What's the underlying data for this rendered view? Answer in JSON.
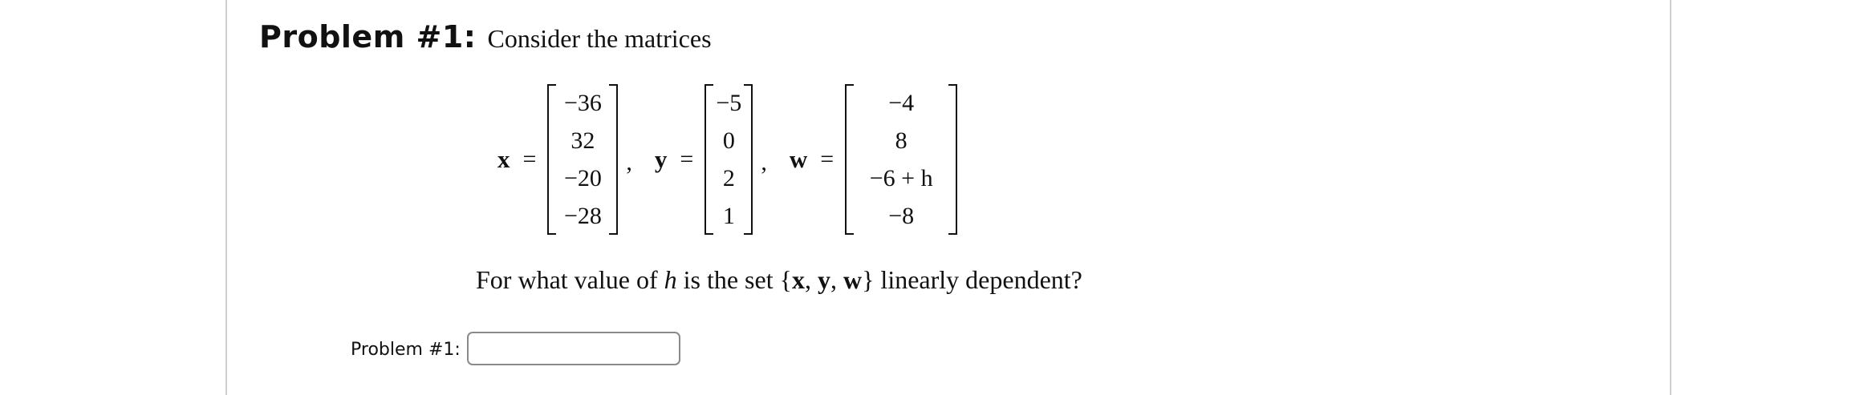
{
  "problem": {
    "label": "Problem #1:",
    "intro": "Consider the matrices"
  },
  "matrices": {
    "x": {
      "name": "x",
      "entries": [
        "−36",
        "32",
        "−20",
        "−28"
      ]
    },
    "y": {
      "name": "y",
      "entries": [
        "−5",
        "0",
        "2",
        "1"
      ]
    },
    "w": {
      "name": "w",
      "entries": [
        "−4",
        "8",
        "−6 + h",
        "−8"
      ]
    },
    "equals": "=",
    "separator": ","
  },
  "question": {
    "before_var": "For what value of ",
    "var": "h",
    "middle": " is the set {",
    "set_x": "x",
    "set_sep1": ", ",
    "set_y": "y",
    "set_sep2": ", ",
    "set_w": "w",
    "after": "} linearly dependent?"
  },
  "answer": {
    "label": "Problem #1:",
    "value": "",
    "placeholder": ""
  }
}
